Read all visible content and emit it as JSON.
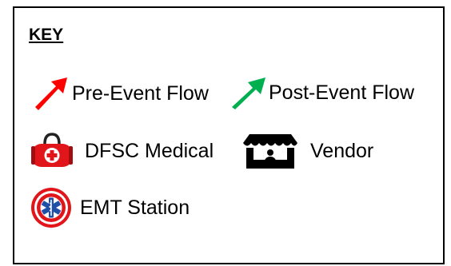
{
  "key": {
    "title": "KEY",
    "items": [
      {
        "label": "Pre-Event Flow",
        "icon": "red-arrow-icon",
        "color": "#ff0000"
      },
      {
        "label": "Post-Event Flow",
        "icon": "green-arrow-icon",
        "color": "#00b050"
      },
      {
        "label": "DFSC Medical",
        "icon": "medical-bag-icon",
        "color": "#e0161b"
      },
      {
        "label": "Vendor",
        "icon": "vendor-stand-icon",
        "color": "#000000"
      },
      {
        "label": "EMT Station",
        "icon": "emt-badge-icon",
        "color": "#1f4fa8"
      }
    ]
  }
}
